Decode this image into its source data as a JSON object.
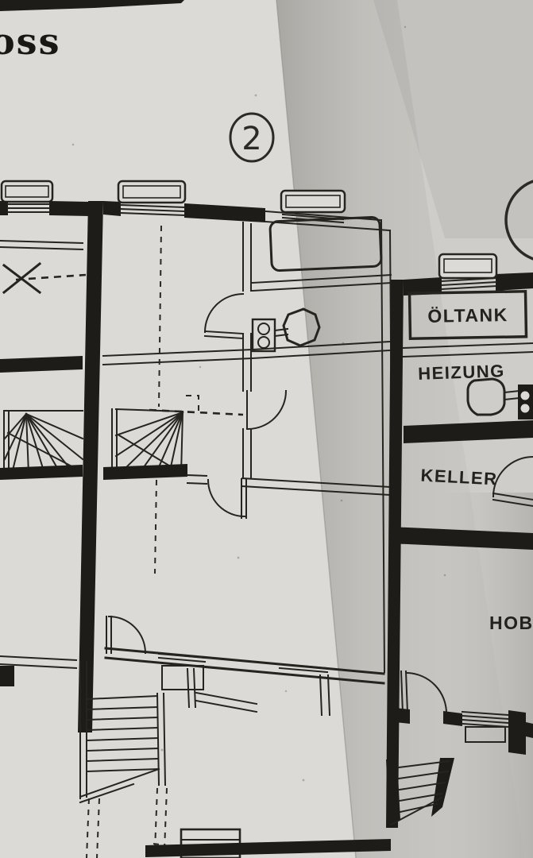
{
  "sheet": {
    "title_fragment": "oss",
    "unit_badge_number": "2"
  },
  "room_labels": {
    "oeltank": "ÖLTANK",
    "heizung": "HEIZUNG",
    "keller": "KELLER",
    "hobby_partial": "HOBB"
  },
  "colors": {
    "paper": "#d4d2ce",
    "paper_bright": "#dcdad6",
    "ink": "#26241f",
    "wall_fill": "#1d1c19",
    "fold_shadow": "#8f8c87"
  }
}
